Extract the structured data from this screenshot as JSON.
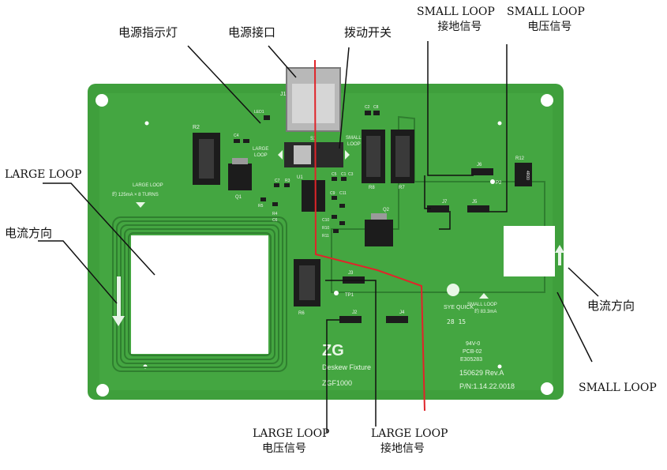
{
  "callouts": {
    "power_indicator": "电源指示灯",
    "power_port": "电源接口",
    "toggle_switch": "拨动开关",
    "small_loop_gnd_l1": "SMALL LOOP",
    "small_loop_gnd_l2": "接地信号",
    "small_loop_volt_l1": "SMALL LOOP",
    "small_loop_volt_l2": "电压信号",
    "large_loop": "LARGE LOOP",
    "current_dir_left": "电流方向",
    "current_dir_right": "电流方向",
    "small_loop": "SMALL LOOP",
    "large_loop_volt_l1": "LARGE LOOP",
    "large_loop_volt_l2": "电压信号",
    "large_loop_gnd_l1": "LARGE LOOP",
    "large_loop_gnd_l2": "接地信号"
  },
  "board": {
    "large_loop_label": "LARGE LOOP",
    "large_loop_spec": "约 125mA × 8 TURNS",
    "small_loop_label_sw": "SMALL",
    "small_loop_label_sw2": "LOOP",
    "large_loop_label_sw": "LARGE",
    "large_loop_label_sw2": "LOOP",
    "small_loop_label": "SMALL LOOP",
    "small_loop_spec": "约 83.3mA",
    "sye_quick": "SYE QUICK",
    "date_code": "28 15",
    "cert_line1": "94V-0",
    "cert_line2": "PCB-02",
    "cert_line3": "E305283",
    "product_name": "Deskew Fixture",
    "model": "ZGF1000",
    "revision": "150629 Rev.A",
    "part_number": "P/N:1.14.22.0018",
    "ref_j1": "J1",
    "ref_r2": "R2",
    "ref_q1": "Q1",
    "ref_u1": "U1",
    "ref_q2": "Q2",
    "ref_r8": "R8",
    "ref_r7": "R7",
    "ref_j6": "J6",
    "ref_j7": "J7",
    "ref_j5": "J5",
    "ref_r12": "R12",
    "ref_p2": "P2",
    "ref_r6": "R6",
    "ref_j3": "J3",
    "ref_j2": "J2",
    "ref_j4": "J4",
    "ref_tp1": "TP1",
    "ref_r5": "R5",
    "ref_r4": "R4",
    "ref_c6": "C6",
    "ref_c7": "C7",
    "ref_r3": "R3",
    "ref_c9": "C9",
    "ref_c11": "C11",
    "ref_c10": "C10",
    "ref_r10": "R10",
    "ref_r11": "R11",
    "ref_c2": "C2",
    "ref_c8": "C8",
    "ref_c5": "C5",
    "ref_c1": "C1",
    "ref_c3": "C3",
    "ref_c4": "C4",
    "ref_led1": "LED1",
    "ref_s1": "S1",
    "r12_value": "4R00"
  },
  "colors": {
    "pcb_green": "#3f9f3c",
    "pcb_dark": "#2f7f2f",
    "trace_red": "#e0242a",
    "component_black": "#1c1c1c",
    "pad_white": "#ffffff"
  }
}
